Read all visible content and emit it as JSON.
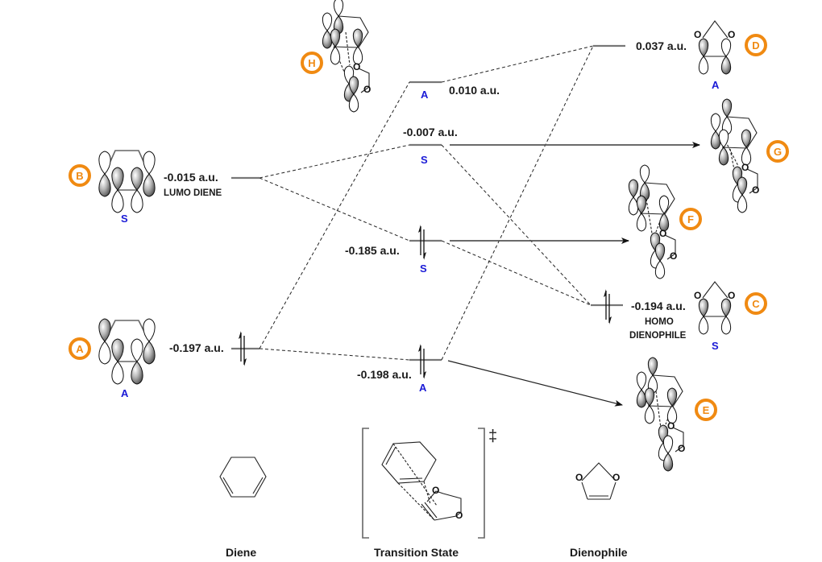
{
  "diagram": {
    "type": "molecular-orbital-correlation-diagram",
    "diene": {
      "lumo": {
        "energy": "-0.015 a.u.",
        "label": "LUMO DIENE",
        "symmetry": "S",
        "badge": "B"
      },
      "homo": {
        "energy": "-0.197 a.u.",
        "symmetry": "A",
        "badge": "A",
        "electrons": 2
      }
    },
    "transition_state": {
      "levels": [
        {
          "energy": "0.010 a.u.",
          "symmetry": "A",
          "occupied": false,
          "badge": "H"
        },
        {
          "energy": "-0.007 a.u.",
          "symmetry": "S",
          "occupied": false,
          "badge": "G"
        },
        {
          "energy": "-0.185 a.u.",
          "symmetry": "S",
          "occupied": true,
          "badge": "F"
        },
        {
          "energy": "-0.198 a.u.",
          "symmetry": "A",
          "occupied": true,
          "badge": "E"
        }
      ]
    },
    "dienophile": {
      "lumo": {
        "energy": "0.037 a.u.",
        "symmetry": "A",
        "badge": "D"
      },
      "homo": {
        "energy": "-0.194 a.u.",
        "label_line1": "HOMO",
        "label_line2": "DIENOPHILE",
        "symmetry": "S",
        "badge": "C",
        "electrons": 2
      }
    },
    "atom_label": "O",
    "dagger": "‡",
    "captions": {
      "diene": "Diene",
      "transition_state": "Transition State",
      "dienophile": "Dienophile"
    },
    "colors": {
      "badge": "#f08a12",
      "symmetry_text": "#1a1ad6",
      "level_line": "#777777"
    }
  }
}
